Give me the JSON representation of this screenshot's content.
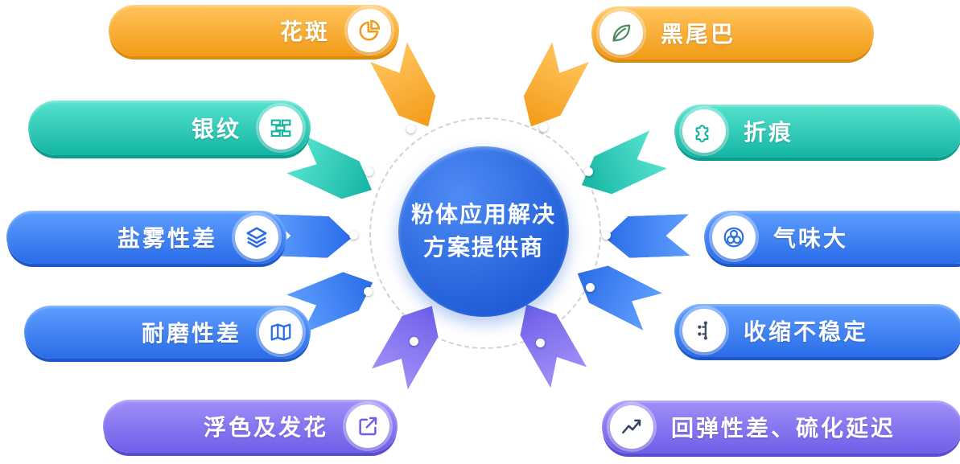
{
  "background": "#ffffff",
  "ring_color": "#c9d4e2",
  "center": {
    "line1": "粉体应用解决",
    "line2": "方案提供商",
    "color_light": "#4e8bf5",
    "color_dark": "#1e5bd6"
  },
  "pills": [
    {
      "label": "花斑",
      "icon": "pie-chart",
      "side": "left",
      "color_light": "#ffc45c",
      "color_dark": "#f29b17",
      "color_edge": "#d98a10",
      "icon_color": "#f29b17"
    },
    {
      "label": "银纹",
      "icon": "bricks",
      "side": "left",
      "color_light": "#55e2ce",
      "color_dark": "#14b5a3",
      "color_edge": "#0e9c8c",
      "icon_color": "#14b5a3"
    },
    {
      "label": "盐雾性差",
      "icon": "layers",
      "side": "left",
      "color_light": "#5e9eff",
      "color_dark": "#2a6ce8",
      "color_edge": "#1f57c6",
      "icon_color": "#2a6ce8"
    },
    {
      "label": "耐磨性差",
      "icon": "map",
      "side": "left",
      "color_light": "#5e9eff",
      "color_dark": "#2a6ce8",
      "color_edge": "#1f57c6",
      "icon_color": "#2a6ce8"
    },
    {
      "label": "浮色及发花",
      "icon": "arrow-up-right",
      "side": "left",
      "color_light": "#a08ff8",
      "color_dark": "#6f5fe8",
      "color_edge": "#5a4bd0",
      "icon_color": "#6f5fe8"
    },
    {
      "label": "黑尾巴",
      "icon": "leaf",
      "side": "right",
      "color_light": "#ffc45c",
      "color_dark": "#f29b17",
      "color_edge": "#d98a10",
      "icon_color": "#4c8a63"
    },
    {
      "label": "折痕",
      "icon": "puzzle",
      "side": "right",
      "color_light": "#55e2ce",
      "color_dark": "#14b5a3",
      "color_edge": "#0e9c8c",
      "icon_color": "#14b5a3"
    },
    {
      "label": "气味大",
      "icon": "circles",
      "side": "right",
      "color_light": "#5e9eff",
      "color_dark": "#2a6ce8",
      "color_edge": "#1f57c6",
      "icon_color": "#2a6ce8"
    },
    {
      "label": "收缩不稳定",
      "icon": "branch-dots",
      "side": "right",
      "color_light": "#5e9eff",
      "color_dark": "#2a6ce8",
      "color_edge": "#1f57c6",
      "icon_color": "#3a4a66"
    },
    {
      "label": "回弹性差、硫化延迟",
      "icon": "trend-line",
      "side": "right",
      "color_light": "#a08ff8",
      "color_dark": "#6f5fe8",
      "color_edge": "#5a4bd0",
      "icon_color": "#33415c"
    }
  ]
}
